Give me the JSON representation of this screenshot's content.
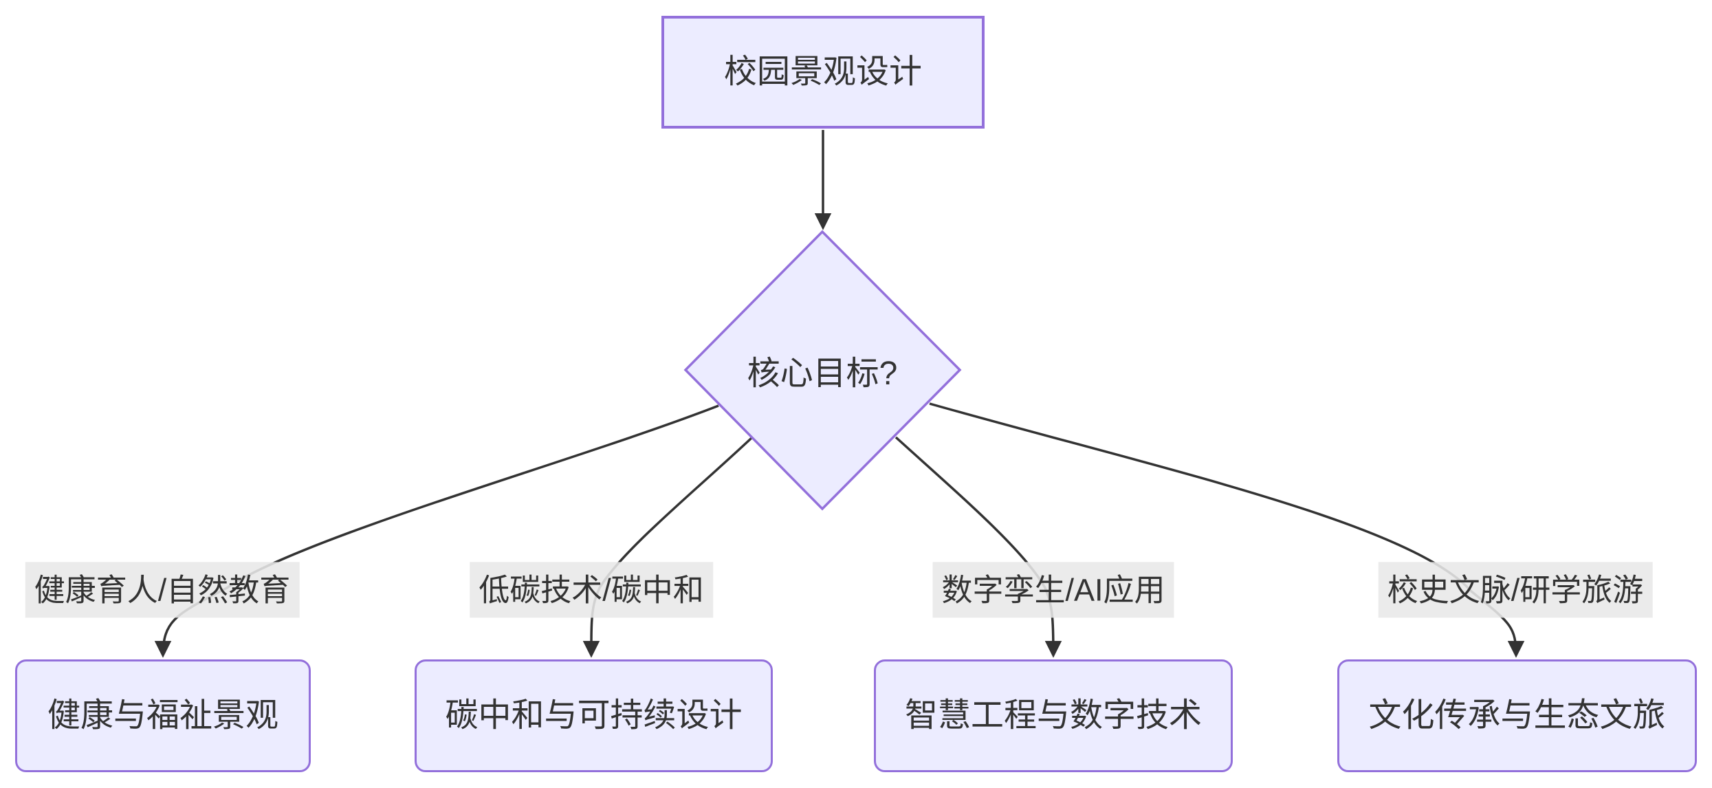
{
  "diagram": {
    "type": "flowchart",
    "root": {
      "label": "校园景观设计"
    },
    "decision": {
      "label": "核心目标?"
    },
    "branches": [
      {
        "edge_label": "健康育人/自然教育",
        "node_label": "健康与福祉景观"
      },
      {
        "edge_label": "低碳技术/碳中和",
        "node_label": "碳中和与可持续设计"
      },
      {
        "edge_label": "数字孪生/AI应用",
        "node_label": "智慧工程与数字技术"
      },
      {
        "edge_label": "校史文脉/研学旅游",
        "node_label": "文化传承与生态文旅"
      }
    ],
    "colors": {
      "node_fill": "#ECECFF",
      "node_border": "#9370DB",
      "edge_line": "#333333",
      "edge_label_bg": "#E8E8E8",
      "text": "#333333",
      "background": "#FFFFFF"
    }
  }
}
